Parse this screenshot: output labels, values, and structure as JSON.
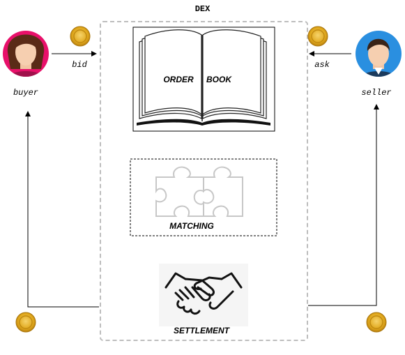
{
  "diagram": {
    "title": "DEX",
    "actors": {
      "buyer": {
        "label": "buyer",
        "icon": "female-avatar-icon",
        "accent": "#e8106a"
      },
      "seller": {
        "label": "seller",
        "icon": "male-avatar-icon",
        "accent": "#2a8fe0"
      }
    },
    "edges": {
      "bid": "bid",
      "ask": "ask"
    },
    "components": {
      "order_book": {
        "left": "ORDER",
        "right": "BOOK",
        "icon": "open-book-icon"
      },
      "matching": {
        "label": "MATCHING",
        "icon": "puzzle-icon"
      },
      "settlement": {
        "label": "SETTLEMENT",
        "icon": "handshake-icon"
      }
    },
    "coin_icon": "gold-coin-icon",
    "colors": {
      "coin": "#e0a81c",
      "dashed_border": "#bdbdbd"
    }
  }
}
